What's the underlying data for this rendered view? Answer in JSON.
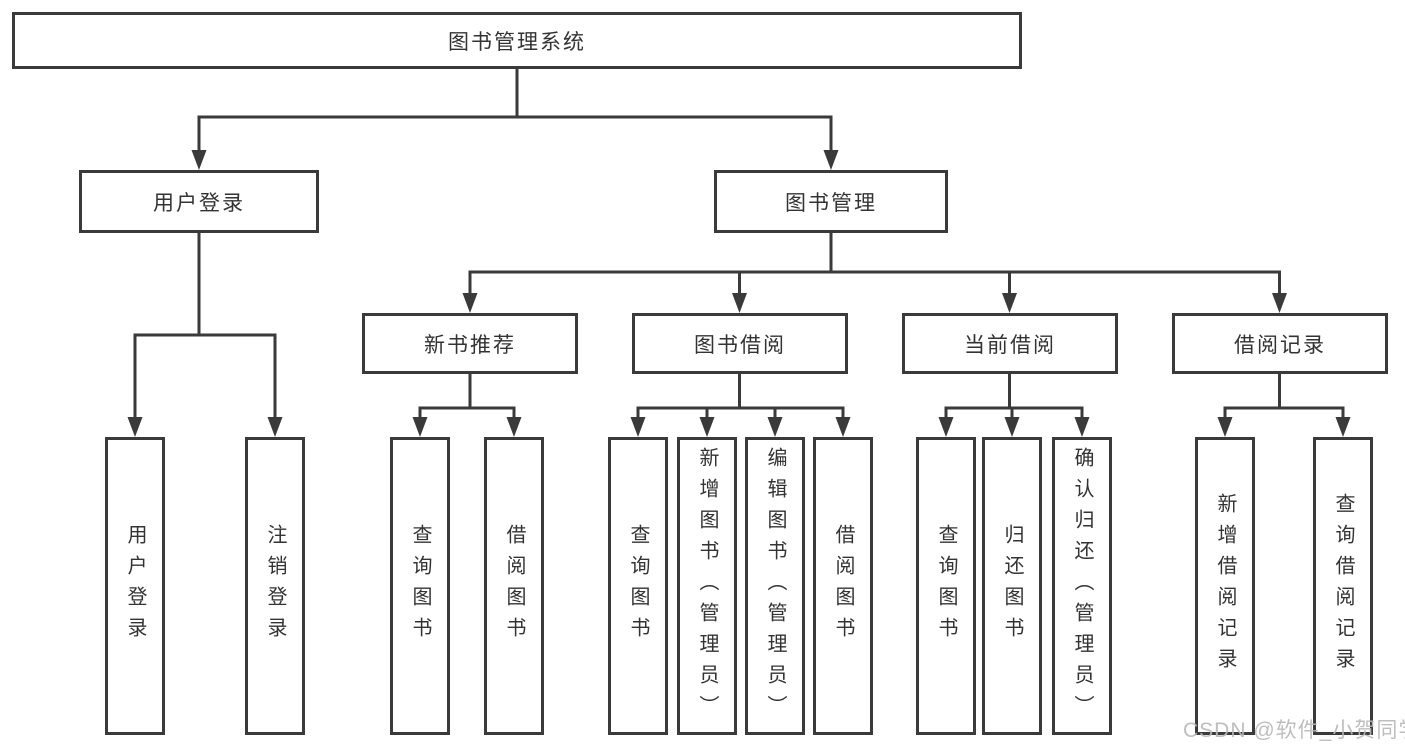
{
  "tree": {
    "root": "图书管理系统",
    "branches": [
      {
        "label": "用户登录",
        "children": [
          "用户登录",
          "注销登录"
        ]
      },
      {
        "label": "图书管理",
        "groups": [
          {
            "label": "新书推荐",
            "children": [
              "查询图书",
              "借阅图书"
            ]
          },
          {
            "label": "图书借阅",
            "children": [
              "查询图书",
              "新增图书（管理员）",
              "编辑图书（管理员）",
              "借阅图书"
            ]
          },
          {
            "label": "当前借阅",
            "children": [
              "查询图书",
              "归还图书",
              "确认归还（管理员）"
            ]
          },
          {
            "label": "借阅记录",
            "children": [
              "新增借阅记录",
              "查询借阅记录"
            ]
          }
        ]
      }
    ]
  },
  "watermark": "CSDN @软件_小贺同学",
  "colors": {
    "line": "#3a3a3a",
    "text": "#333333",
    "watermark": "#b8b8b8",
    "background": "#ffffff"
  }
}
